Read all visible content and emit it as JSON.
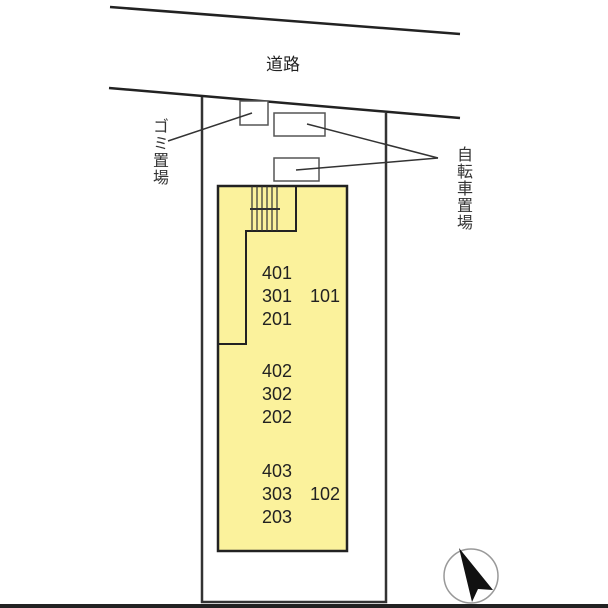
{
  "road": {
    "label": "道路"
  },
  "garbage_area": {
    "label": "ゴミ置場"
  },
  "bicycle_parking": {
    "label": "自転車置場"
  },
  "units": {
    "group1": {
      "floor4": "401",
      "floor3": "301",
      "floor2": "201",
      "floor1": "101"
    },
    "group2": {
      "floor4": "402",
      "floor3": "302",
      "floor2": "202"
    },
    "group3": {
      "floor4": "403",
      "floor3": "303",
      "floor2": "203",
      "floor1": "102"
    }
  },
  "compass": {
    "icon": "north-arrow-icon"
  },
  "colors": {
    "building_fill": "#fbf29c",
    "line": "#222222"
  }
}
